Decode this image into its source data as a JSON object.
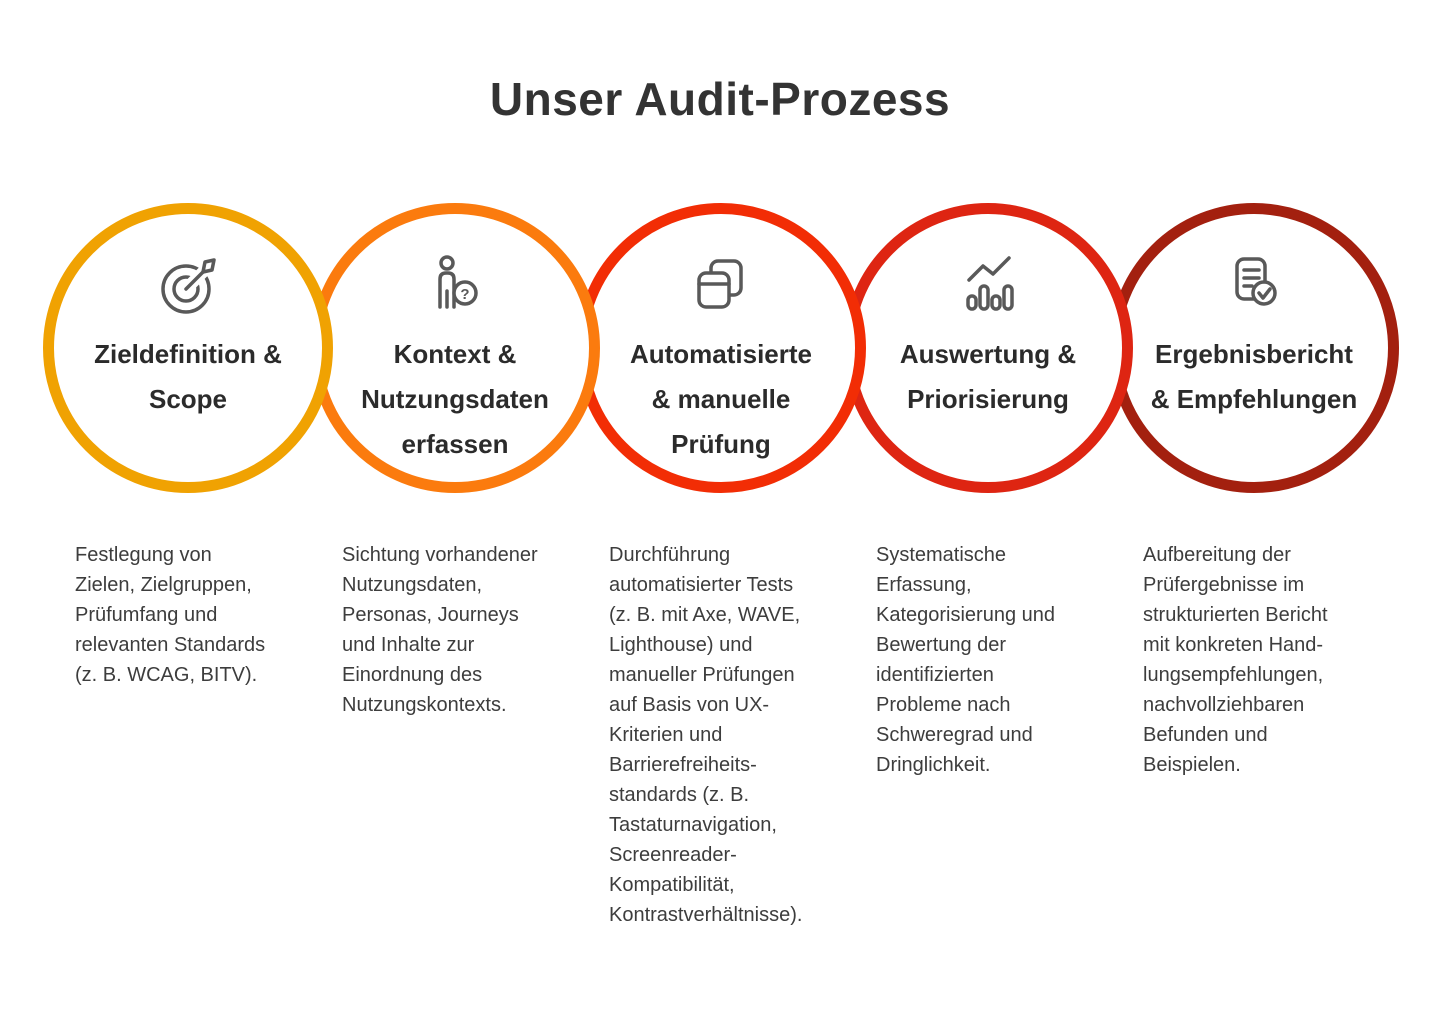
{
  "page": {
    "title": "Unser Audit-Prozess"
  },
  "colors": {
    "background": "#ffffff",
    "title_text": "#333333",
    "step_title_text": "#2b2b2b",
    "description_text": "#3d3d3d",
    "icon_stroke": "#595959"
  },
  "steps": [
    {
      "index": 1,
      "circle_color": "#F0A202",
      "icon": "target-dart-icon",
      "title": "Zieldefinition &\nScope",
      "description": "Festlegung von\nZielen, Zielgruppen,\nPrüfumfang und\nrelevanten Standards\n(z. B. WCAG, BITV)."
    },
    {
      "index": 2,
      "circle_color": "#FB7B0E",
      "icon": "person-question-icon",
      "title": "Kontext &\nNutzungsdaten\nerfassen",
      "description": "Sichtung vorhandener\nNutzungsdaten,\nPersonas, Journeys\nund Inhalte zur\nEinordnung des\nNutzungskontexts."
    },
    {
      "index": 3,
      "circle_color": "#F22D05",
      "icon": "overlapping-windows-icon",
      "title": "Automatisierte\n& manuelle\nPrüfung",
      "description": "Durchführung\nautomatisierter Tests\n(z. B. mit Axe, WAVE,\nLighthouse) und\nmanueller Prüfungen\nauf Basis von UX-\nKriterien und\nBarrierefreiheits-\nstandards (z. B.\nTastaturnavigation,\nScreenreader-\nKompatibilität,\nKontrastverhältnisse)."
    },
    {
      "index": 4,
      "circle_color": "#DE2512",
      "icon": "bar-chart-trend-icon",
      "title": "Auswertung &\nPriorisierung",
      "description": "Systematische\nErfassung,\nKategorisierung und\nBewertung der\nidentifizierten\nProbleme nach\nSchweregrad und\nDringlichkeit."
    },
    {
      "index": 5,
      "circle_color": "#A3200F",
      "icon": "report-check-icon",
      "title": "Ergebnisbericht\n& Empfehlungen",
      "description": "Aufbereitung der\nPrüfergebnisse im\nstrukturierten Bericht\nmit konkreten Hand-\nlungsempfehlungen,\nnachvollziehbaren\nBefunden und\nBeispielen."
    }
  ]
}
